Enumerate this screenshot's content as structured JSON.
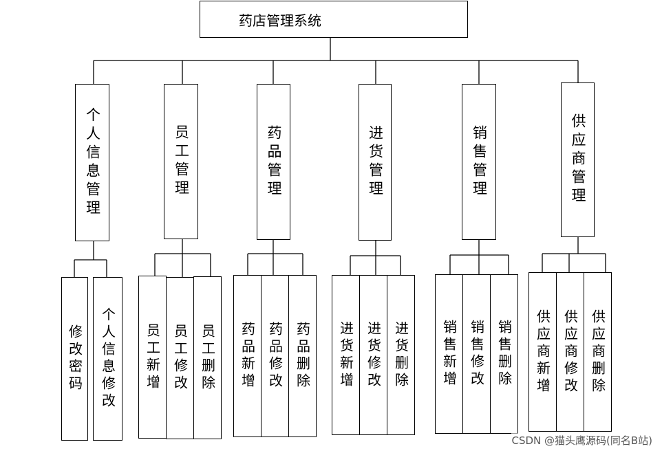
{
  "root": {
    "label": "药店管理系统"
  },
  "modules": [
    {
      "label": "个人信息管理",
      "children": [
        "修改密码",
        "个人信息修改"
      ]
    },
    {
      "label": "员工管理",
      "children": [
        "员工新增",
        "员工修改",
        "员工删除"
      ]
    },
    {
      "label": "药品管理",
      "children": [
        "药品新增",
        "药品修改",
        "药品删除"
      ]
    },
    {
      "label": "进货管理",
      "children": [
        "进货新增",
        "进货修改",
        "进货删除"
      ]
    },
    {
      "label": "销售管理",
      "children": [
        "销售新增",
        "销售修改",
        "销售删除"
      ]
    },
    {
      "label": "供应商管理",
      "children": [
        "供应商新增",
        "供应商修改",
        "供应商删除"
      ]
    }
  ],
  "watermark": "CSDN @猫头鹰源码(同名B站)"
}
